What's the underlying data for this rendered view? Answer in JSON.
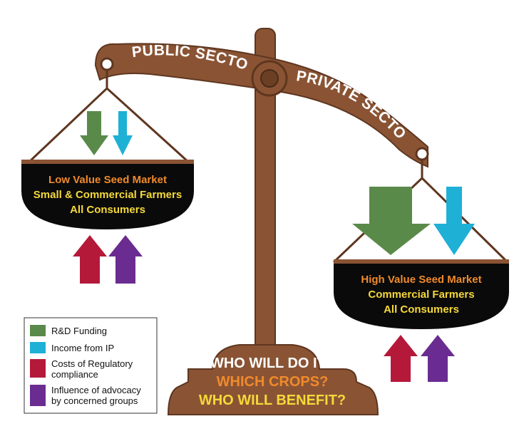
{
  "beam": {
    "left_label": "PUBLIC SECTOR",
    "right_label": "PRIVATE SECTOR"
  },
  "left_pan": {
    "line1": "Low Value Seed Market",
    "line2": "Small & Commercial Farmers",
    "line3": "All Consumers"
  },
  "right_pan": {
    "line1": "High Value Seed Market",
    "line2": "Commercial Farmers",
    "line3": "All Consumers"
  },
  "base": {
    "line1": "WHO WILL DO IT?",
    "line2": "WHICH CROPS?",
    "line3": "WHO WILL BENEFIT?"
  },
  "legend": {
    "items": [
      {
        "label_lines": [
          "R&D Funding"
        ],
        "color": "#5a8a4a"
      },
      {
        "label_lines": [
          "Income from IP"
        ],
        "color": "#1fb0d6"
      },
      {
        "label_lines": [
          "Costs of Regulatory",
          "compliance"
        ],
        "color": "#b5193a"
      },
      {
        "label_lines": [
          "Influence of advocacy",
          "by concerned groups"
        ],
        "color": "#6a2c91"
      }
    ]
  },
  "colors": {
    "wood": "#8a5434",
    "wood_dark": "#5e3620",
    "pan": "#0a0a0a",
    "text_orange": "#f08a2c",
    "text_yellow": "#f5d93a",
    "text_white": "#ffffff",
    "rd_funding": "#5a8a4a",
    "income_ip": "#1fb0d6",
    "regulatory": "#b5193a",
    "advocacy": "#6a2c91"
  }
}
